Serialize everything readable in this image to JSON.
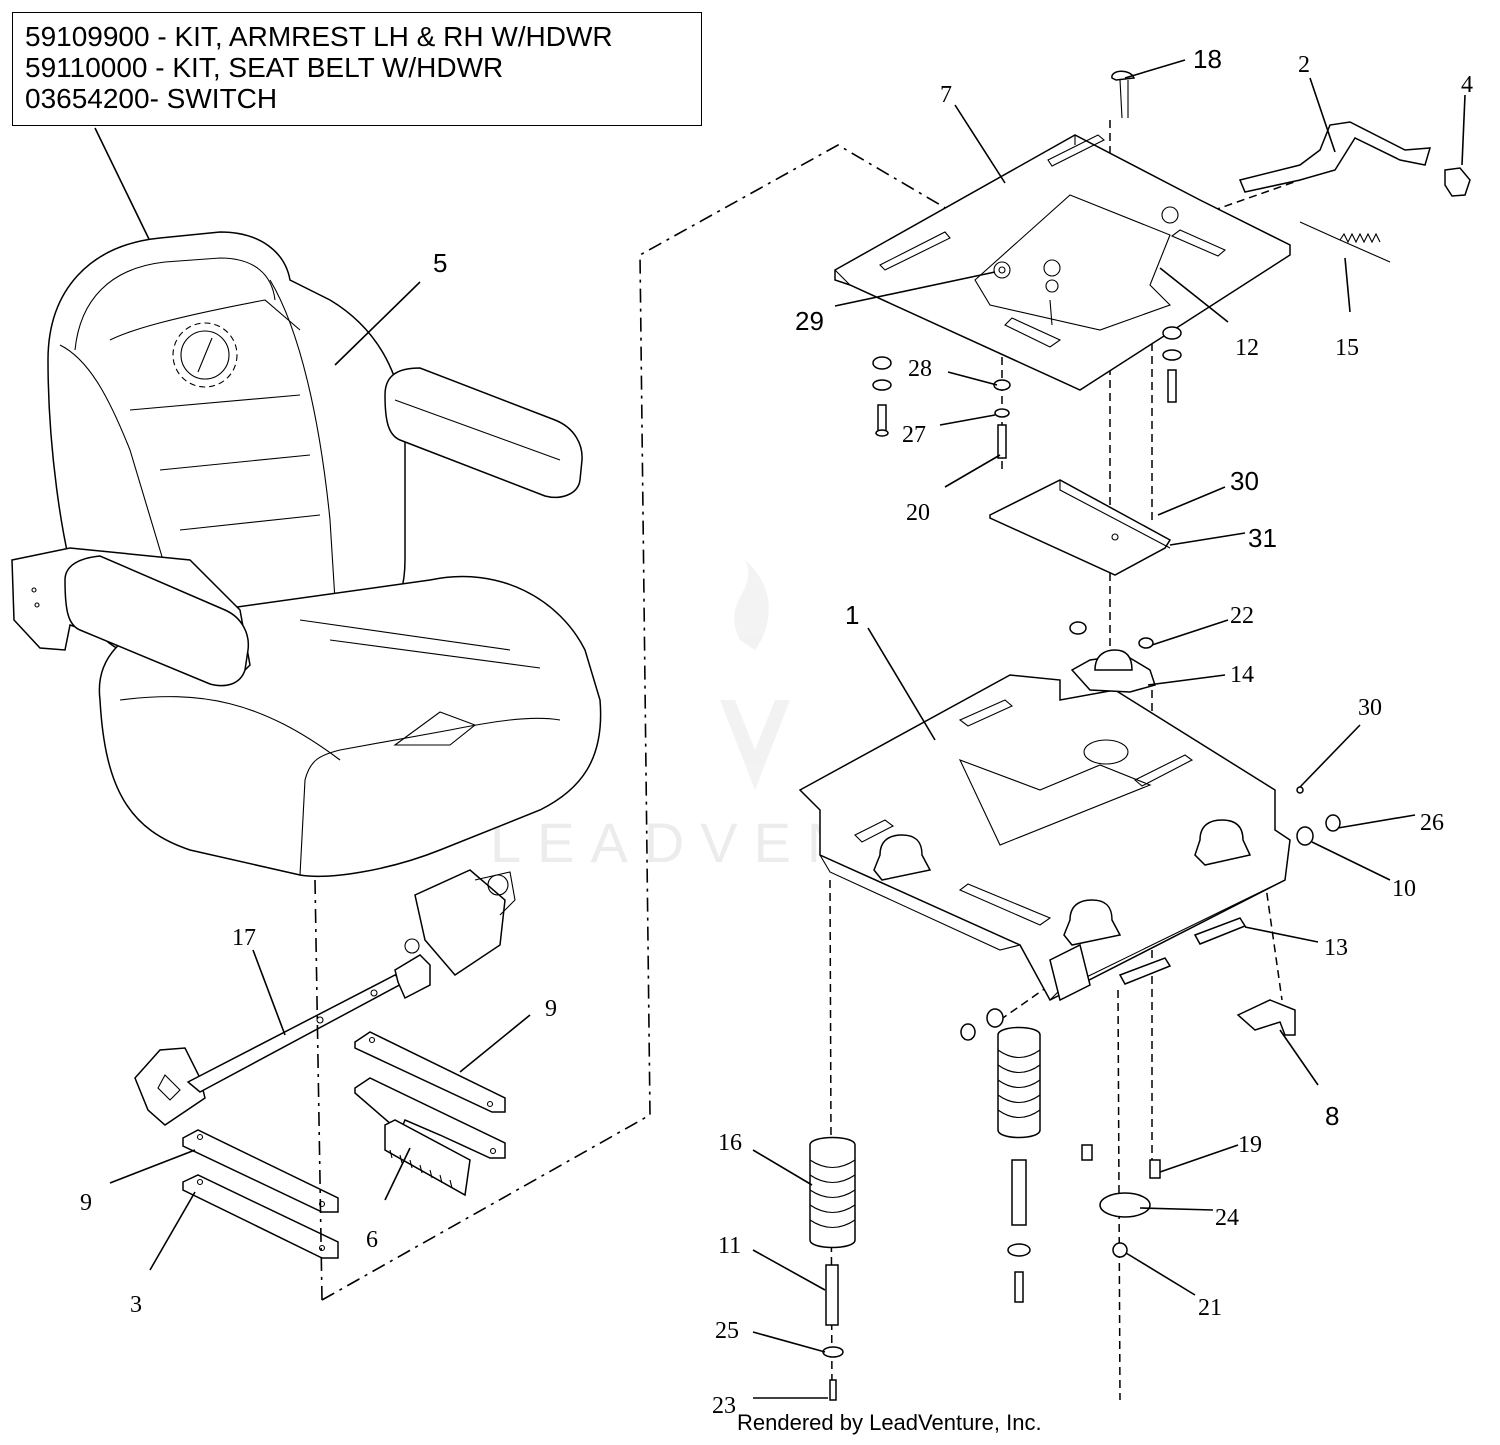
{
  "kit_notes": [
    "59109900 - KIT, ARMREST LH & RH W/HDWR",
    "59110000 - KIT, SEAT BELT W/HDWR",
    "03654200- SWITCH"
  ],
  "callouts": {
    "c1": "1",
    "c2": "2",
    "c3": "3",
    "c4": "4",
    "c5": "5",
    "c6": "6",
    "c7": "7",
    "c8": "8",
    "c9a": "9",
    "c9b": "9",
    "c10": "10",
    "c11": "11",
    "c12": "12",
    "c13": "13",
    "c14": "14",
    "c15": "15",
    "c16": "16",
    "c17": "17",
    "c18": "18",
    "c19": "19",
    "c20": "20",
    "c21": "21",
    "c22": "22",
    "c23": "23",
    "c24": "24",
    "c25": "25",
    "c26": "26",
    "c27": "27",
    "c28": "28",
    "c29": "29",
    "c30a": "30",
    "c30b": "30",
    "c31": "31"
  },
  "watermark": "LEADVENTURE",
  "footer": "Rendered by LeadVenture, Inc."
}
